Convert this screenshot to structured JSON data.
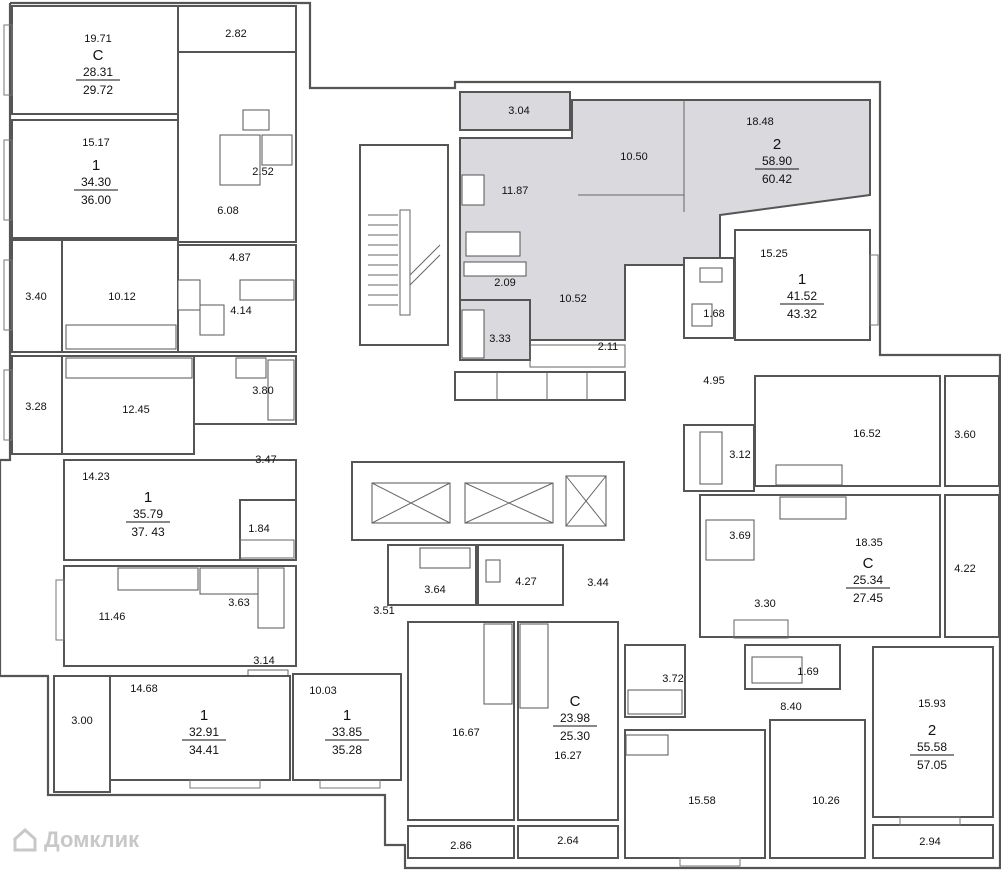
{
  "watermark": {
    "text": "Домклик",
    "icon": "house-logo-icon"
  },
  "rooms": [
    {
      "id": "r1971",
      "area": "19.71"
    },
    {
      "id": "r282",
      "area": "2.82"
    },
    {
      "id": "r1517",
      "area": "15.17"
    },
    {
      "id": "r252",
      "area": "2.52"
    },
    {
      "id": "r608",
      "area": "6.08"
    },
    {
      "id": "r340",
      "area": "3.40"
    },
    {
      "id": "r1012",
      "area": "10.12"
    },
    {
      "id": "r487",
      "area": "4.87"
    },
    {
      "id": "r414",
      "area": "4.14"
    },
    {
      "id": "r328",
      "area": "3.28"
    },
    {
      "id": "r1245",
      "area": "12.45"
    },
    {
      "id": "r380",
      "area": "3.80"
    },
    {
      "id": "r347",
      "area": "3.47"
    },
    {
      "id": "r1423",
      "area": "14.23"
    },
    {
      "id": "r184",
      "area": "1.84"
    },
    {
      "id": "r1146",
      "area": "11.46"
    },
    {
      "id": "r363",
      "area": "3.63"
    },
    {
      "id": "r314",
      "area": "3.14"
    },
    {
      "id": "r300",
      "area": "3.00"
    },
    {
      "id": "r1468",
      "area": "14.68"
    },
    {
      "id": "r1003",
      "area": "10.03"
    },
    {
      "id": "r304",
      "area": "3.04"
    },
    {
      "id": "r1187",
      "area": "11.87"
    },
    {
      "id": "r1050",
      "area": "10.50"
    },
    {
      "id": "r1848",
      "area": "18.48"
    },
    {
      "id": "r209",
      "area": "2.09"
    },
    {
      "id": "r1052",
      "area": "10.52"
    },
    {
      "id": "r333",
      "area": "3.33"
    },
    {
      "id": "r211",
      "area": "2.11"
    },
    {
      "id": "r1525",
      "area": "15.25"
    },
    {
      "id": "r168",
      "area": "1.68"
    },
    {
      "id": "r495",
      "area": "4.95"
    },
    {
      "id": "r1652",
      "area": "16.52"
    },
    {
      "id": "r360",
      "area": "3.60"
    },
    {
      "id": "r312",
      "area": "3.12"
    },
    {
      "id": "r369",
      "area": "3.69"
    },
    {
      "id": "r1835",
      "area": "18.35"
    },
    {
      "id": "r422",
      "area": "4.22"
    },
    {
      "id": "r330",
      "area": "3.30"
    },
    {
      "id": "r364",
      "area": "3.64"
    },
    {
      "id": "r427",
      "area": "4.27"
    },
    {
      "id": "r344",
      "area": "3.44"
    },
    {
      "id": "r351",
      "area": "3.51"
    },
    {
      "id": "r1667",
      "area": "16.67"
    },
    {
      "id": "r1627",
      "area": "16.27"
    },
    {
      "id": "r286",
      "area": "2.86"
    },
    {
      "id": "r264",
      "area": "2.64"
    },
    {
      "id": "r372",
      "area": "3.72"
    },
    {
      "id": "r169",
      "area": "1.69"
    },
    {
      "id": "r840",
      "area": "8.40"
    },
    {
      "id": "r1593",
      "area": "15.93"
    },
    {
      "id": "r1558",
      "area": "15.58"
    },
    {
      "id": "r1026",
      "area": "10.26"
    },
    {
      "id": "r294",
      "area": "2.94"
    }
  ],
  "apartments": [
    {
      "id": "aptC1",
      "type": "С",
      "living": "28.31",
      "total": "29.72"
    },
    {
      "id": "apt1a",
      "type": "1",
      "living": "34.30",
      "total": "36.00"
    },
    {
      "id": "apt1b",
      "type": "1",
      "living": "35.79",
      "total": "37. 43"
    },
    {
      "id": "apt1c",
      "type": "1",
      "living": "32.91",
      "total": "34.41"
    },
    {
      "id": "apt1d",
      "type": "1",
      "living": "33.85",
      "total": "35.28"
    },
    {
      "id": "apt2a",
      "type": "2",
      "living": "58.90",
      "total": "60.42"
    },
    {
      "id": "apt1e",
      "type": "1",
      "living": "41.52",
      "total": "43.32"
    },
    {
      "id": "aptC2",
      "type": "С",
      "living": "25.34",
      "total": "27.45"
    },
    {
      "id": "aptC3",
      "type": "С",
      "living": "23.98",
      "total": "25.30"
    },
    {
      "id": "apt2b",
      "type": "2",
      "living": "55.58",
      "total": "57.05"
    }
  ]
}
